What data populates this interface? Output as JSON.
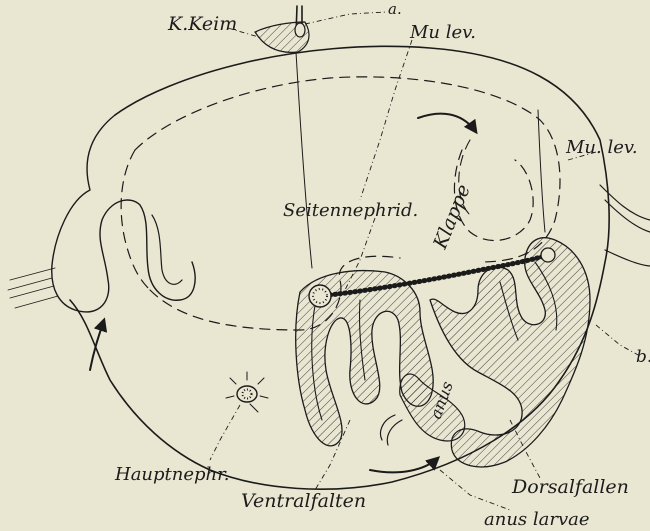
{
  "labels": {
    "k_keim": "K.Keim",
    "a": "a.",
    "mu_lev_top": "Mu lev.",
    "mu_lev_right": "Mu. lev.",
    "klappe": "Klappe",
    "seitennephrid": "Seitennephrid.",
    "b": "b.",
    "anus": "anus",
    "hauptnephr": "Hauptnephr.",
    "ventralfalten": "Ventralfalten",
    "dorsalfalten": "Dorsalfallen",
    "anus_larvae": "anus larvae"
  },
  "colors": {
    "paper": "#e9e6d2",
    "ink": "#1b1b1b"
  }
}
